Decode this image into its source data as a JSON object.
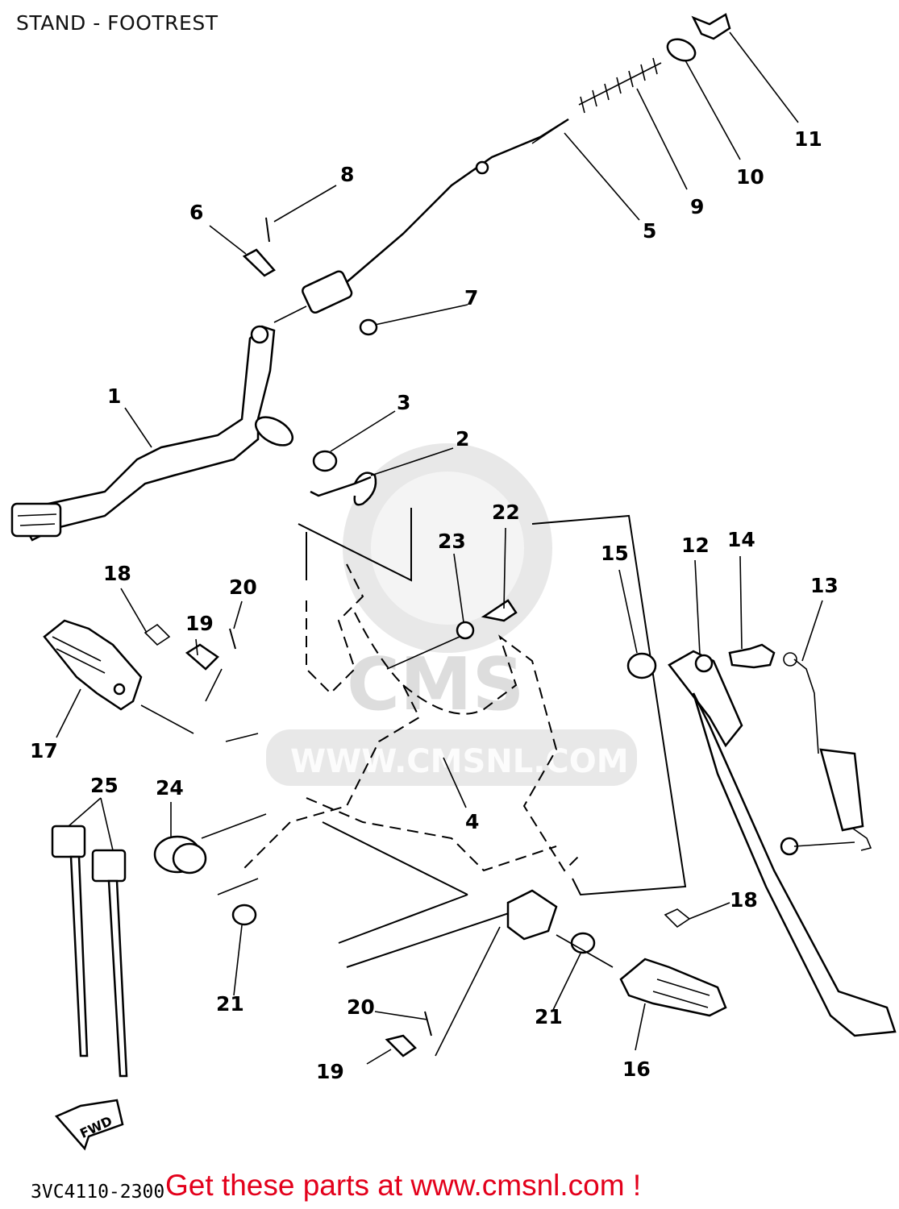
{
  "title": "STAND - FOOTREST",
  "diagram_code": "3VC4110-2300",
  "promo_text": "Get these parts at www.cmsnl.com !",
  "watermark": {
    "top": "CMS",
    "bottom": "WWW.CMSNL.COM"
  },
  "fwd_label": "FWD",
  "callouts": {
    "c1": "1",
    "c2": "2",
    "c3": "3",
    "c4": "4",
    "c5": "5",
    "c6": "6",
    "c7": "7",
    "c8": "8",
    "c9": "9",
    "c10": "10",
    "c11": "11",
    "c12": "12",
    "c13": "13",
    "c14": "14",
    "c15": "15",
    "c16": "16",
    "c17": "17",
    "c18a": "18",
    "c18b": "18",
    "c19a": "19",
    "c19b": "19",
    "c20a": "20",
    "c20b": "20",
    "c21a": "21",
    "c21b": "21",
    "c22": "22",
    "c23": "23",
    "c24": "24",
    "c25": "25"
  },
  "colors": {
    "promo": "#e3001b",
    "lines": "#000000",
    "watermark": "#d9d9d9"
  }
}
